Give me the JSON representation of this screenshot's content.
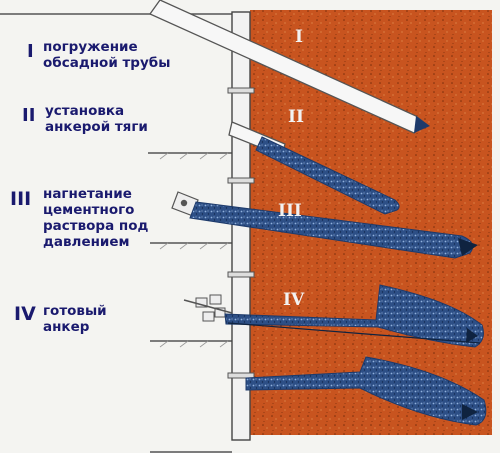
{
  "stages": [
    {
      "numeral": "I",
      "lines": [
        "погружение",
        "обсадной трубы"
      ],
      "soil_numeral": "I"
    },
    {
      "numeral": "II",
      "lines": [
        "установка",
        "анкерой тяги"
      ],
      "soil_numeral": "II"
    },
    {
      "numeral": "III",
      "lines": [
        "нагнетание",
        "цементного",
        "раствора под",
        "давлением"
      ],
      "soil_numeral": "III"
    },
    {
      "numeral": "IV",
      "lines": [
        "готовый",
        "анкер"
      ],
      "soil_numeral": "IV"
    }
  ],
  "colors": {
    "soil": "#c8541f",
    "grout": "#2d4f86",
    "text": "#1a1a6e",
    "wall": "#f2f2f2",
    "background": "#f4f4f1"
  }
}
